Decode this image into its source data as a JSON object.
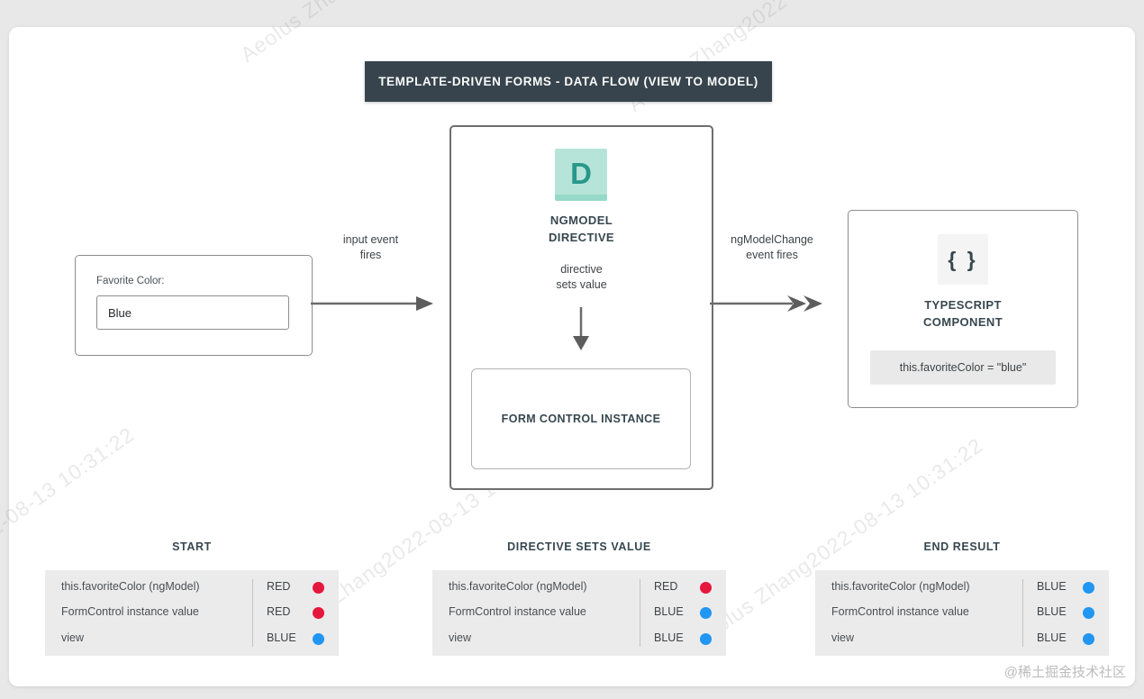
{
  "banner": {
    "title": "TEMPLATE-DRIVEN FORMS - DATA FLOW (VIEW TO MODEL)"
  },
  "form_box": {
    "label": "Favorite Color:",
    "input_value": "Blue"
  },
  "arrows": {
    "input_event_label": "input event\nfires",
    "ngmodelchange_label": "ngModelChange\nevent fires"
  },
  "ngmodel_box": {
    "icon_letter": "D",
    "title": "NGMODEL\nDIRECTIVE",
    "subtitle": "directive\nsets value",
    "inner_box_label": "FORM CONTROL INSTANCE"
  },
  "ts_box": {
    "icon_glyph": "{ }",
    "title": "TYPESCRIPT\nCOMPONENT",
    "code": "this.favoriteColor = \"blue\""
  },
  "state_tables": [
    {
      "title": "START",
      "rows": [
        {
          "label": "this.favoriteColor (ngModel)",
          "value": "RED",
          "color": "#e5173d"
        },
        {
          "label": "FormControl instance value",
          "value": "RED",
          "color": "#e5173d"
        },
        {
          "label": "view",
          "value": "BLUE",
          "color": "#2196f3"
        }
      ]
    },
    {
      "title": "DIRECTIVE SETS VALUE",
      "rows": [
        {
          "label": "this.favoriteColor (ngModel)",
          "value": "RED",
          "color": "#e5173d"
        },
        {
          "label": "FormControl instance value",
          "value": "BLUE",
          "color": "#2196f3"
        },
        {
          "label": "view",
          "value": "BLUE",
          "color": "#2196f3"
        }
      ]
    },
    {
      "title": "END RESULT",
      "rows": [
        {
          "label": "this.favoriteColor (ngModel)",
          "value": "BLUE",
          "color": "#2196f3"
        },
        {
          "label": "FormControl instance value",
          "value": "BLUE",
          "color": "#2196f3"
        },
        {
          "label": "view",
          "value": "BLUE",
          "color": "#2196f3"
        }
      ]
    }
  ],
  "watermark": {
    "text": "Aeolus Zhang2022-08-13 10:31:22"
  },
  "brand": {
    "text": "@稀土掘金技术社区"
  },
  "colors": {
    "red": "#e5173d",
    "blue": "#2196f3",
    "banner_bg": "#37444d",
    "teal_icon": "#b7e4d8"
  }
}
